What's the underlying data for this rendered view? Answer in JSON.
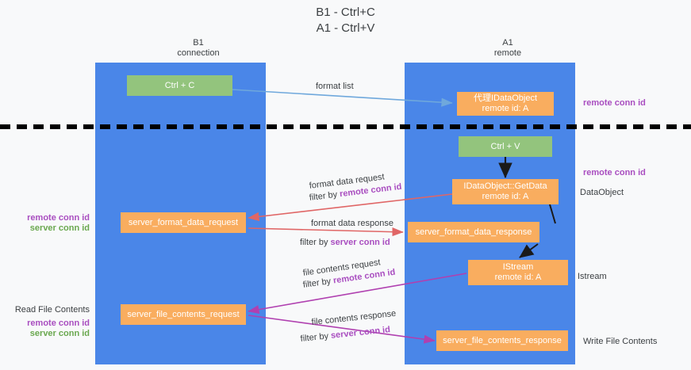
{
  "title": "B1 - Ctrl+C\nA1 - Ctrl+V",
  "columns": [
    {
      "name": "b1",
      "header": "B1\nconnection"
    },
    {
      "name": "a1",
      "header": "A1\nremote"
    }
  ],
  "colors": {
    "lane": "#4a86e8",
    "green_box": "#93c47d",
    "orange_box": "#f9ad5f",
    "purple_accent": "#a94ec0",
    "green_accent": "#6aa84f",
    "blue_arrow": "#6fa8dc",
    "red_arrow": "#e06666",
    "magenta_arrow": "#b040b0",
    "black_arrow": "#000000",
    "background": "#f8f9fa"
  },
  "boxes": [
    {
      "name": "ctrl-c-box",
      "label": "Ctrl + C",
      "style": "green"
    },
    {
      "name": "proxy-idataobject-box",
      "label": "代理IDataObject\nremote id: A",
      "style": "orange"
    },
    {
      "name": "ctrl-v-box",
      "label": "Ctrl + V",
      "style": "green"
    },
    {
      "name": "idataobject-getdata-box",
      "label": "IDataObject::GetData\nremote id: A",
      "style": "orange"
    },
    {
      "name": "server-format-data-request-box",
      "label": "server_format_data_request",
      "style": "orange"
    },
    {
      "name": "server-format-data-response-box",
      "label": "server_format_data_response",
      "style": "orange"
    },
    {
      "name": "istream-box",
      "label": "IStream\nremote id: A",
      "style": "orange"
    },
    {
      "name": "server-file-contents-request-box",
      "label": "server_file_contents_request",
      "style": "orange"
    },
    {
      "name": "server-file-contents-response-box",
      "label": "server_file_contents_response",
      "style": "orange"
    }
  ],
  "edge_labels": {
    "format_list": "format list",
    "format_data_request": "format data request",
    "format_data_request_filter_prefix": "filter by ",
    "format_data_request_filter_value": "remote conn id",
    "format_data_response": "format data response",
    "format_data_response_filter_prefix": "filter by ",
    "format_data_response_filter_value": "server conn id",
    "file_contents_request": "file contents request",
    "file_contents_request_filter_prefix": "filter by ",
    "file_contents_request_filter_value": "remote conn id",
    "file_contents_response": "file contents response",
    "file_contents_response_filter_prefix": "filter by ",
    "file_contents_response_filter_value": "server conn id"
  },
  "right_notes": {
    "remote_conn_id_top": "remote conn id",
    "remote_conn_id_mid": "remote conn id",
    "dataobject": "DataObject",
    "istream": "Istream",
    "write_file_contents": "Write File Contents"
  },
  "left_notes": {
    "remote_conn_id_mid": "remote conn id",
    "server_conn_id_mid": "server conn id",
    "read_file_contents": "Read File Contents",
    "remote_conn_id_bottom": "remote conn id",
    "server_conn_id_bottom": "server conn id"
  }
}
